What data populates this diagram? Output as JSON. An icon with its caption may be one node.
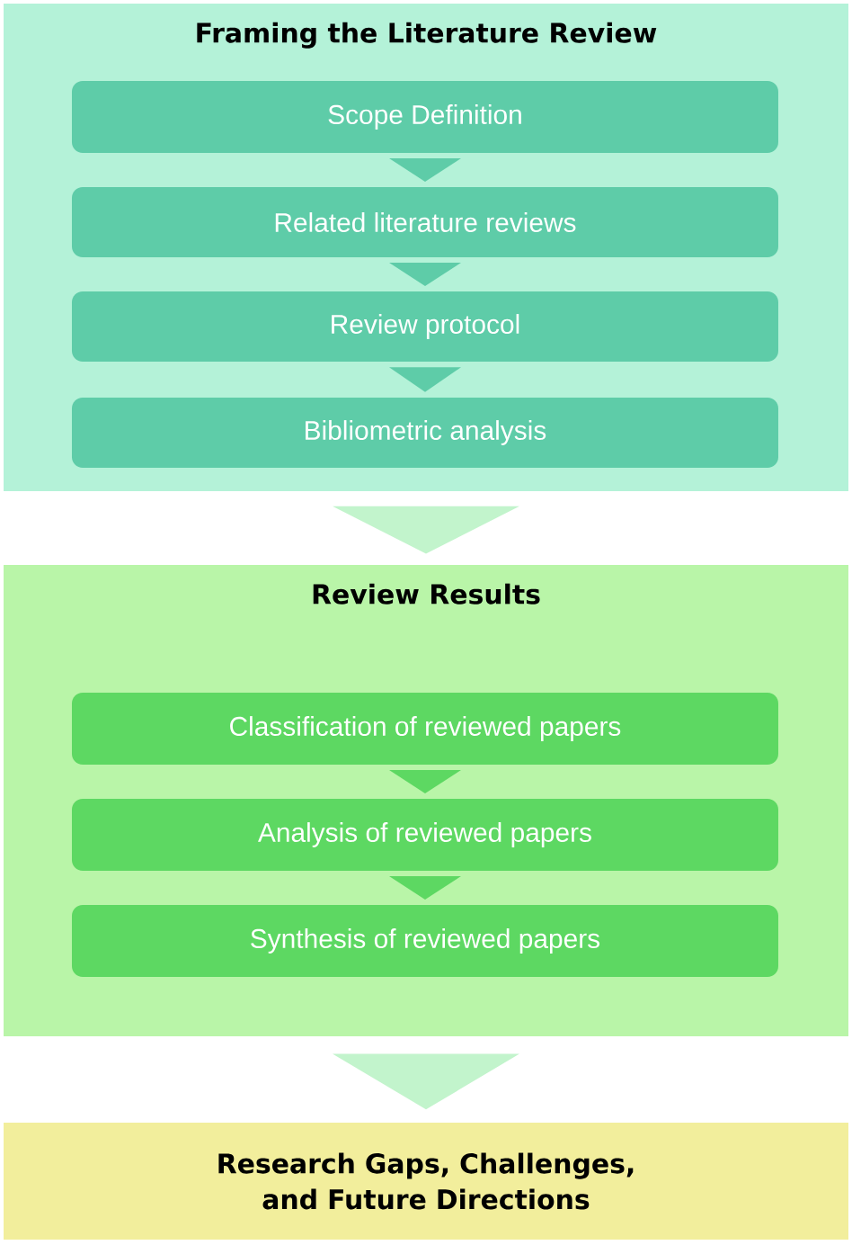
{
  "diagram": {
    "nodes": [
      {
        "text": [
          "Framing the Literature Review"
        ]
      },
      {
        "text": [
          "Scope Definition"
        ],
        "in": 0
      },
      {
        "text": [
          "Related literature reviews"
        ],
        "in": 0
      },
      {
        "text": [
          "Review protocol"
        ],
        "in": 0
      },
      {
        "text": [
          "Bibliometric analysis"
        ],
        "in": 0
      },
      {
        "text": [
          "Review Results"
        ]
      },
      {
        "text": [
          "Classification of reviewed papers"
        ],
        "in": 5
      },
      {
        "text": [
          "Analysis of reviewed papers"
        ],
        "in": 5
      },
      {
        "text": [
          "Synthesis of reviewed papers"
        ],
        "in": 5
      },
      {
        "text": [
          "Research Gaps, Challenges, and Future Directions"
        ]
      }
    ],
    "edges": [
      {
        "from": 1,
        "to": 2,
        "arrow": "to"
      },
      {
        "from": 2,
        "to": 3,
        "arrow": "to"
      },
      {
        "from": 3,
        "to": 4,
        "arrow": "to"
      },
      {
        "from": 0,
        "to": 5,
        "arrow": "to"
      },
      {
        "from": 6,
        "to": 7,
        "arrow": "to"
      },
      {
        "from": 7,
        "to": 8,
        "arrow": "to"
      },
      {
        "from": 5,
        "to": 9,
        "arrow": "to"
      }
    ]
  }
}
